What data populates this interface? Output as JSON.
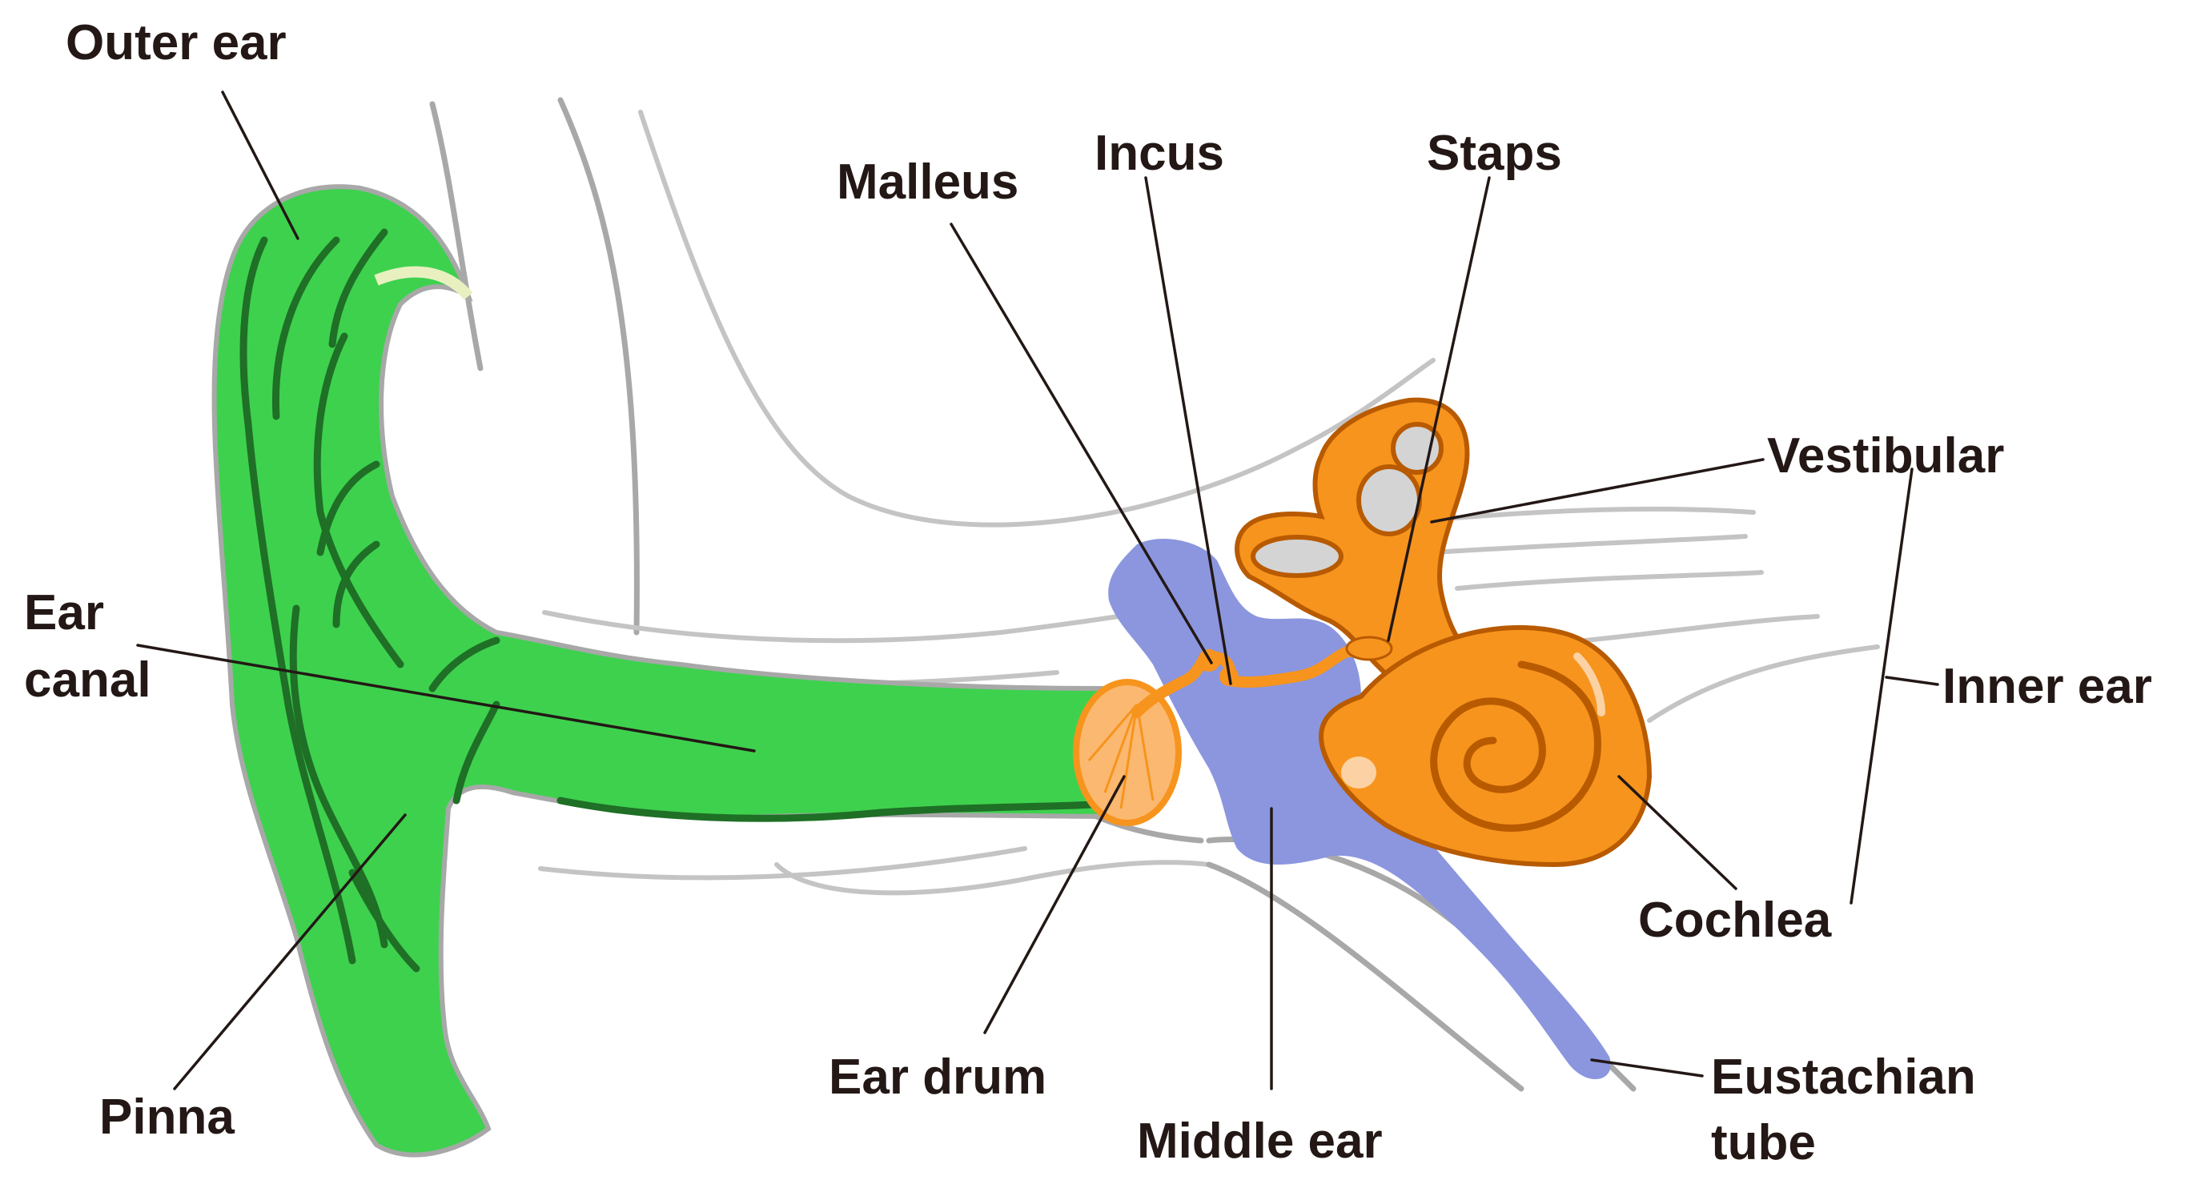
{
  "labels": {
    "outer_ear": "Outer ear",
    "ear_canal_1": "Ear",
    "ear_canal_2": "canal",
    "pinna": "Pinna",
    "malleus": "Malleus",
    "incus": "Incus",
    "staps": "Staps",
    "vestibular": "Vestibular",
    "inner_ear": "Inner ear",
    "cochlea": "Cochlea",
    "ear_drum": "Ear drum",
    "middle_ear": "Middle ear",
    "eustachian_1": "Eustachian",
    "eustachian_2": "tube"
  },
  "colors": {
    "outer_ear": "#3ed14e",
    "outer_ear_folds": "#1f6f26",
    "middle_ear": "#8b96df",
    "inner_ear": "#f7941d",
    "tissue_lines": "#a8a8a8",
    "label_text": "#231815"
  }
}
